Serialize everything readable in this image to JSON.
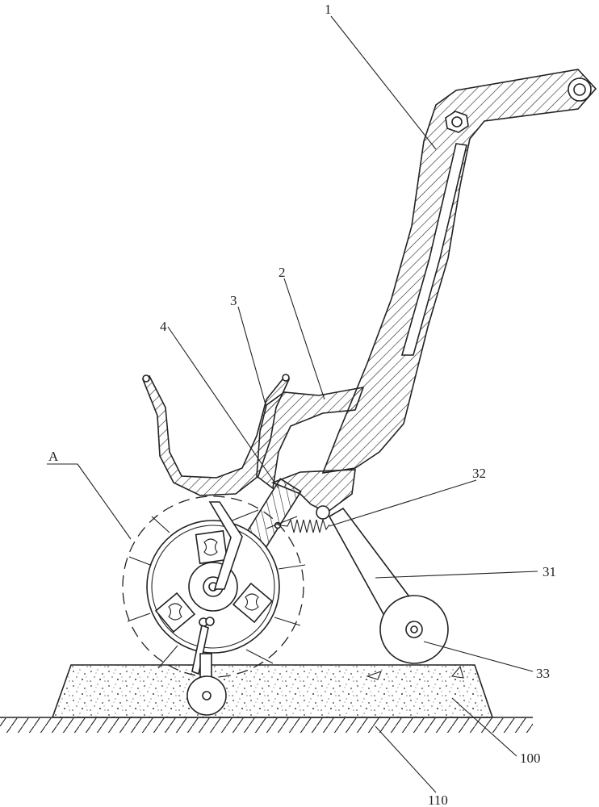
{
  "labels": {
    "l1": "1",
    "l2": "2",
    "l3": "3",
    "l4": "4",
    "lA": "A",
    "l31": "31",
    "l32": "32",
    "l33": "33",
    "l100": "100",
    "l110": "110"
  }
}
